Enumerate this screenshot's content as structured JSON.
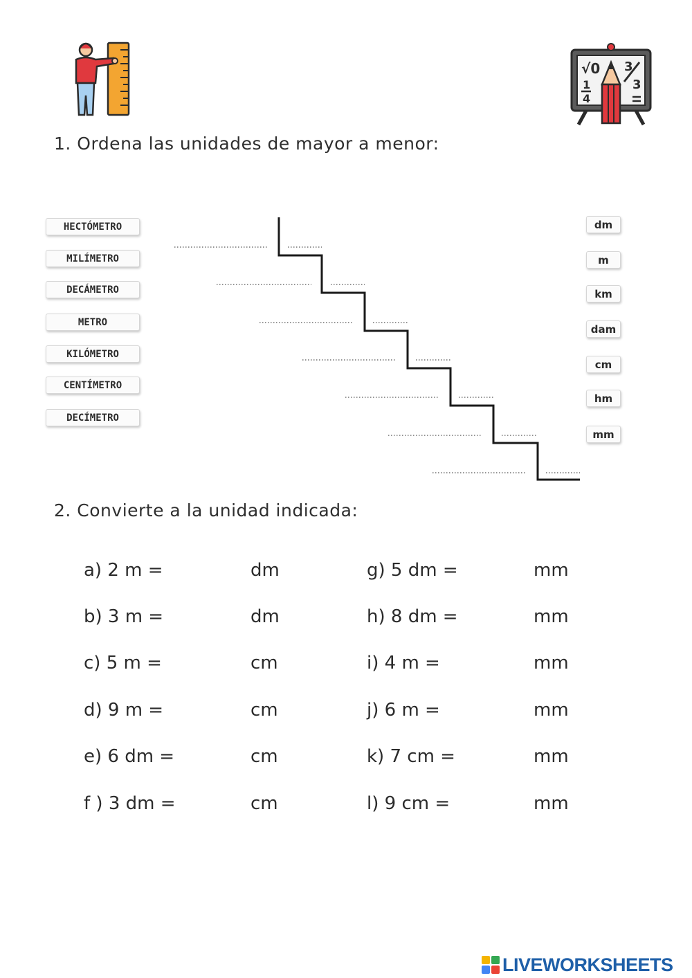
{
  "exercise1": {
    "title": "1.  Ordena las unidades de mayor a menor:",
    "unit_names": [
      "HECTÓMETRO",
      "MILÍMETRO",
      "DECÁMETRO",
      "METRO",
      "KILÓMETRO",
      "CENTÍMETRO",
      "DECÍMETRO"
    ],
    "abbreviations": [
      "dm",
      "m",
      "km",
      "dam",
      "cm",
      "hm",
      "mm"
    ]
  },
  "exercise2": {
    "title": "2. Convierte a la unidad indicada:",
    "left": [
      {
        "question": "a) 2 m =",
        "unit": "dm"
      },
      {
        "question": "b) 3 m =",
        "unit": "dm"
      },
      {
        "question": "c) 5 m =",
        "unit": "cm"
      },
      {
        "question": "d) 9 m =",
        "unit": "cm"
      },
      {
        "question": "e) 6 dm =",
        "unit": "cm"
      },
      {
        "question": "f ) 3 dm =",
        "unit": "cm"
      }
    ],
    "right": [
      {
        "question": "g) 5 dm =",
        "unit": "mm"
      },
      {
        "question": "h) 8 dm =",
        "unit": "mm"
      },
      {
        "question": "i) 4 m =",
        "unit": "mm"
      },
      {
        "question": "j) 6 m =",
        "unit": "mm"
      },
      {
        "question": "k) 7 cm =",
        "unit": "mm"
      },
      {
        "question": "l) 9 cm =",
        "unit": "mm"
      }
    ]
  },
  "icons": {
    "left": "teacher-with-ruler-icon",
    "right": "math-board-pencil-icon"
  },
  "footer": {
    "brand": "LIVEWORKSHEETS"
  },
  "colors": {
    "brand_blue": "#1e5fa8",
    "ruler_orange": "#f3a531",
    "shirt_red": "#e0393e"
  }
}
